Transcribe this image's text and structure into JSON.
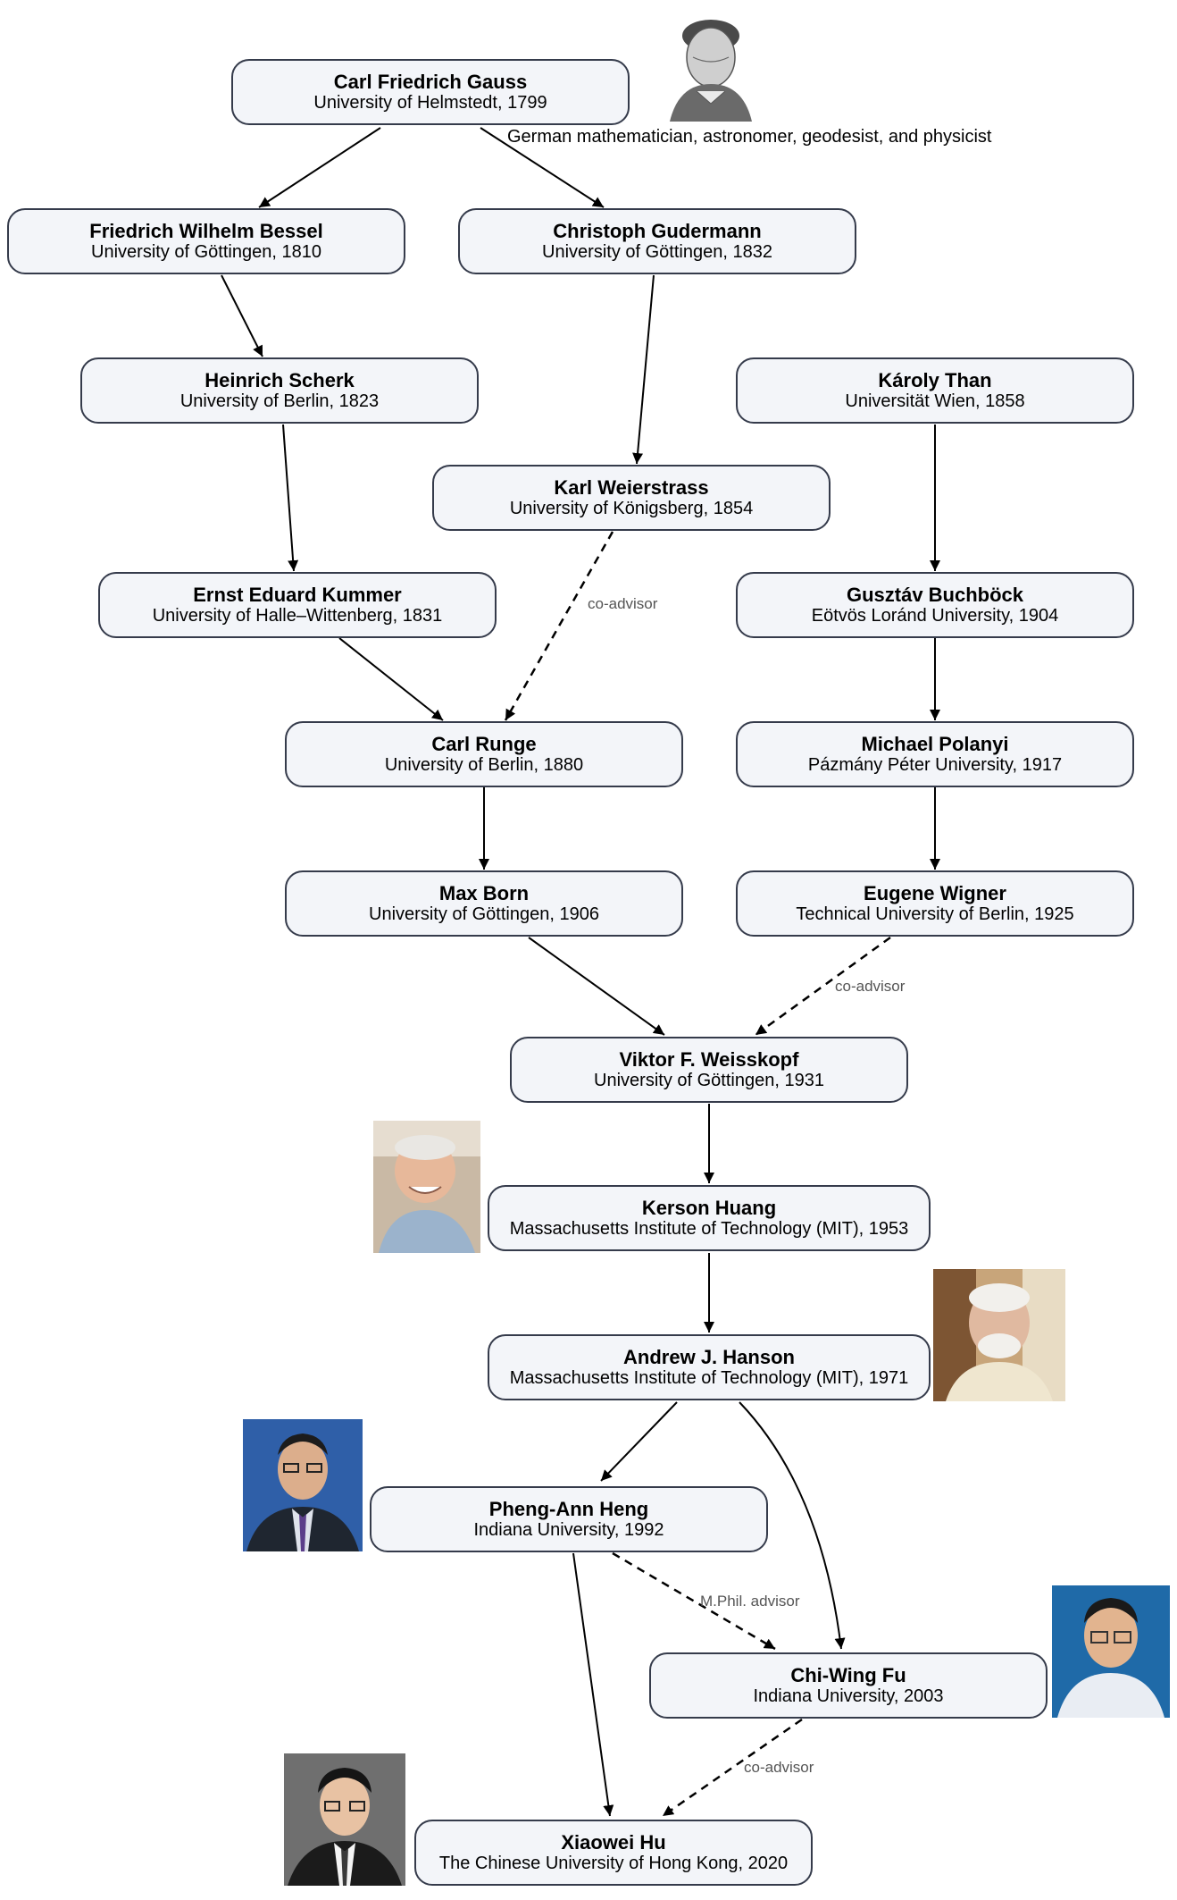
{
  "nodes": {
    "gauss": {
      "name": "Carl Friedrich Gauss",
      "inst": "University of Helmstedt, 1799"
    },
    "bessel": {
      "name": "Friedrich Wilhelm Bessel",
      "inst": "University of Göttingen, 1810"
    },
    "gudermann": {
      "name": "Christoph Gudermann",
      "inst": "University of Göttingen, 1832"
    },
    "scherk": {
      "name": "Heinrich Scherk",
      "inst": "University of Berlin, 1823"
    },
    "than": {
      "name": "Károly Than",
      "inst": "Universität Wien, 1858"
    },
    "weierstrass": {
      "name": "Karl Weierstrass",
      "inst": "University of Königsberg, 1854"
    },
    "kummer": {
      "name": "Ernst Eduard Kummer",
      "inst": "University of Halle–Wittenberg, 1831"
    },
    "buchbock": {
      "name": "Gusztáv Buchböck",
      "inst": "Eötvös Loránd University, 1904"
    },
    "runge": {
      "name": "Carl Runge",
      "inst": "University of Berlin, 1880"
    },
    "polanyi": {
      "name": "Michael Polanyi",
      "inst": "Pázmány Péter University, 1917"
    },
    "born": {
      "name": "Max Born",
      "inst": "University of Göttingen, 1906"
    },
    "wigner": {
      "name": "Eugene Wigner",
      "inst": "Technical University of Berlin, 1925"
    },
    "weisskopf": {
      "name": "Viktor F. Weisskopf",
      "inst": "University of Göttingen, 1931"
    },
    "huang": {
      "name": "Kerson Huang",
      "inst": "Massachusetts Institute of Technology (MIT), 1953"
    },
    "hanson": {
      "name": "Andrew J. Hanson",
      "inst": "Massachusetts Institute of Technology (MIT), 1971"
    },
    "heng": {
      "name": "Pheng-Ann Heng",
      "inst": "Indiana University, 1992"
    },
    "fu": {
      "name": "Chi-Wing Fu",
      "inst": "Indiana University, 2003"
    },
    "hu": {
      "name": "Xiaowei Hu",
      "inst": "The Chinese University of Hong Kong, 2020"
    }
  },
  "gauss_note": "German mathematician, astronomer, geodesist, and physicist",
  "edge_labels": {
    "coadvisor_1": "co-advisor",
    "coadvisor_2": "co-advisor",
    "mphil": "M.Phil. advisor",
    "coadvisor_3": "co-advisor"
  },
  "edges": [
    {
      "from": "gauss",
      "to": "bessel",
      "style": "solid"
    },
    {
      "from": "gauss",
      "to": "gudermann",
      "style": "solid"
    },
    {
      "from": "bessel",
      "to": "scherk",
      "style": "solid"
    },
    {
      "from": "gudermann",
      "to": "weierstrass",
      "style": "solid"
    },
    {
      "from": "scherk",
      "to": "kummer",
      "style": "solid"
    },
    {
      "from": "than",
      "to": "buchbock",
      "style": "solid"
    },
    {
      "from": "weierstrass",
      "to": "runge",
      "style": "dashed",
      "label": "co-advisor"
    },
    {
      "from": "kummer",
      "to": "runge",
      "style": "solid"
    },
    {
      "from": "buchbock",
      "to": "polanyi",
      "style": "solid"
    },
    {
      "from": "runge",
      "to": "born",
      "style": "solid"
    },
    {
      "from": "polanyi",
      "to": "wigner",
      "style": "solid"
    },
    {
      "from": "born",
      "to": "weisskopf",
      "style": "solid"
    },
    {
      "from": "wigner",
      "to": "weisskopf",
      "style": "dashed",
      "label": "co-advisor"
    },
    {
      "from": "weisskopf",
      "to": "huang",
      "style": "solid"
    },
    {
      "from": "huang",
      "to": "hanson",
      "style": "solid"
    },
    {
      "from": "hanson",
      "to": "heng",
      "style": "solid"
    },
    {
      "from": "hanson",
      "to": "fu",
      "style": "solid"
    },
    {
      "from": "heng",
      "to": "fu",
      "style": "dashed",
      "label": "M.Phil. advisor"
    },
    {
      "from": "heng",
      "to": "hu",
      "style": "solid"
    },
    {
      "from": "fu",
      "to": "hu",
      "style": "dashed",
      "label": "co-advisor"
    }
  ]
}
